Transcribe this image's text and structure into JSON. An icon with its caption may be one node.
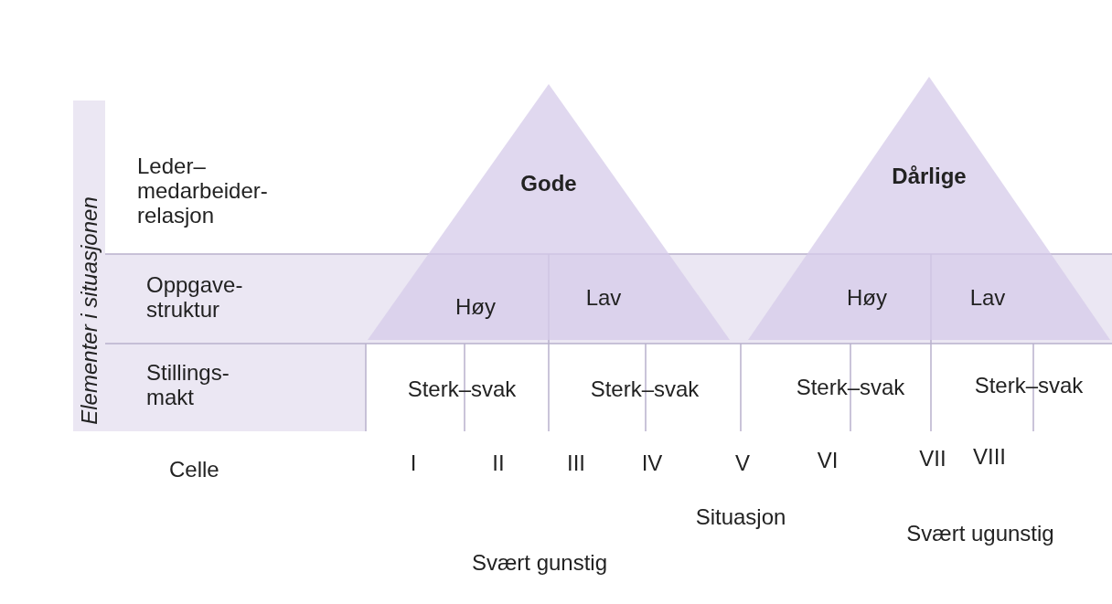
{
  "diagram": {
    "nodes": [
      {
        "text": [
          "Gode"
        ]
      },
      {
        "text": [
          "Dårlige"
        ]
      }
    ],
    "labels": [
      "Elementer i situasjonen",
      "Leder– medarbeider- relasjon",
      "Oppgave- struktur",
      "Høy",
      "Lav",
      "Høy",
      "Lav",
      "Stillings- makt",
      "Sterk–svak",
      "Sterk–svak",
      "Sterk–svak",
      "Sterk–svak",
      "Celle",
      "I",
      "II",
      "III",
      "IV",
      "V",
      "VI",
      "VII",
      "VIII",
      "Situasjon",
      "Svært gunstig",
      "Svært ugunstig"
    ]
  }
}
